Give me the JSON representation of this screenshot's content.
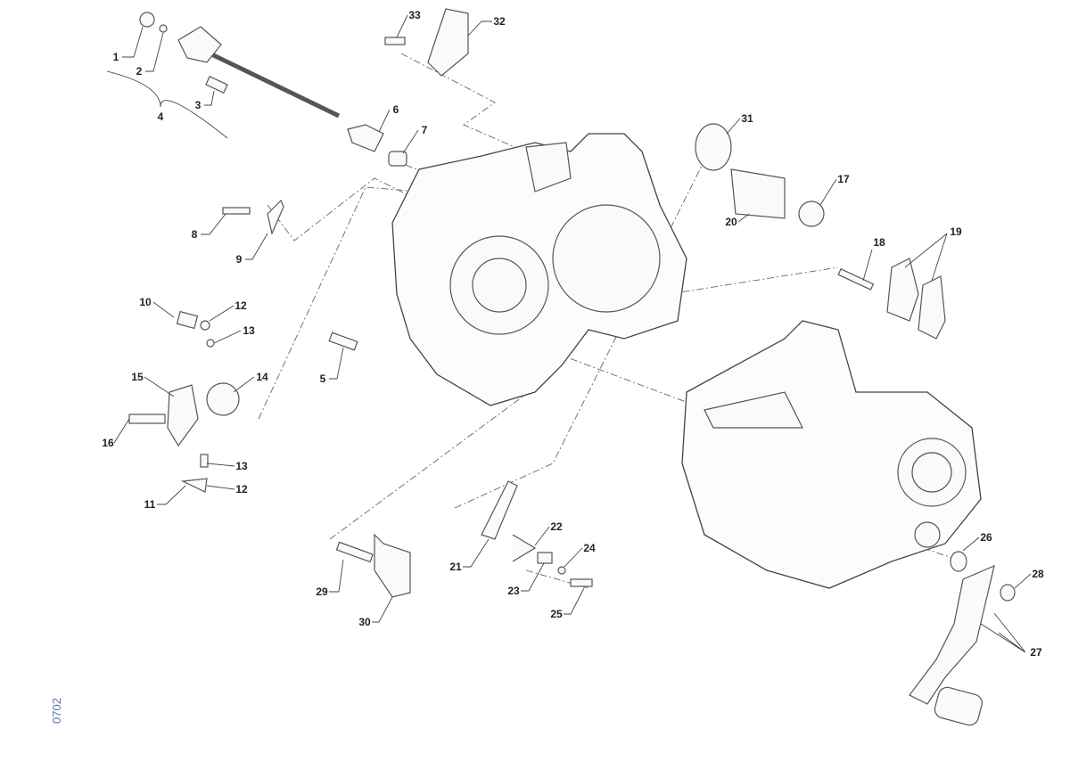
{
  "diagram": {
    "code": "0702",
    "labels": [
      "1",
      "2",
      "3",
      "4",
      "6",
      "7",
      "8",
      "9",
      "10",
      "12",
      "13",
      "15",
      "14",
      "16",
      "13",
      "12",
      "11",
      "5",
      "33",
      "32",
      "31",
      "17",
      "20",
      "18",
      "19",
      "29",
      "30",
      "21",
      "22",
      "24",
      "23",
      "25",
      "26",
      "28",
      "27"
    ]
  }
}
